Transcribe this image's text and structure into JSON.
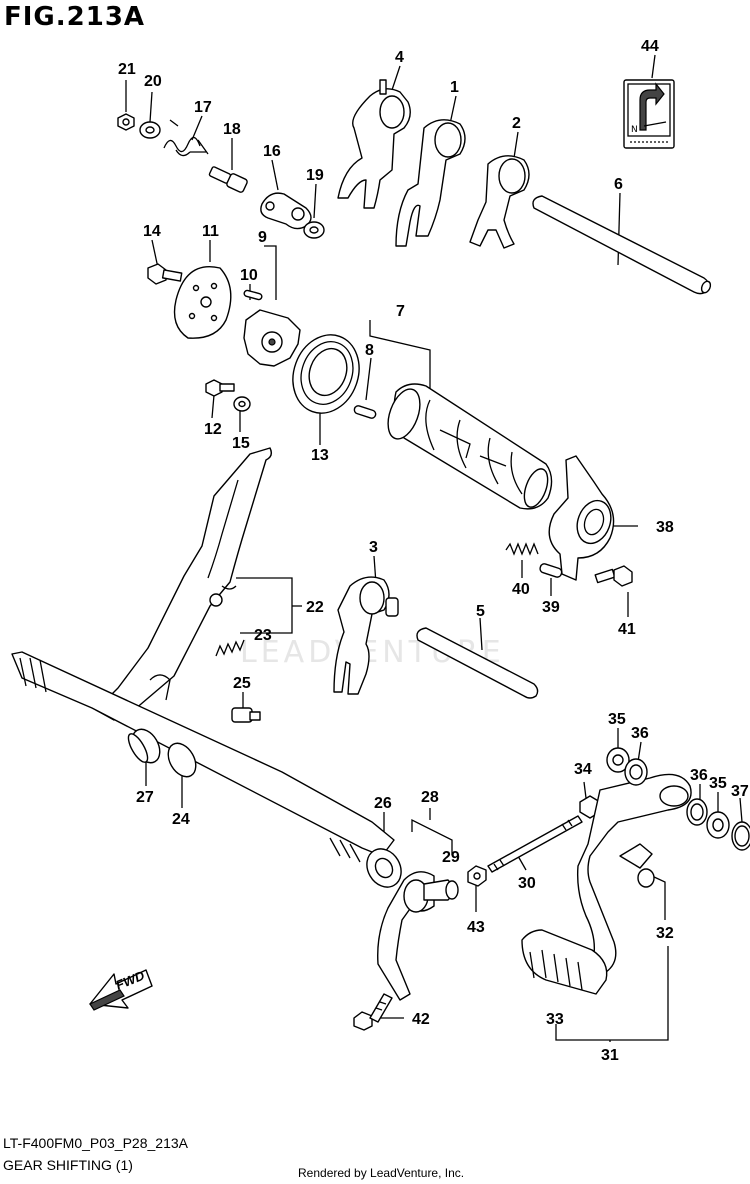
{
  "title": "FIG.213A",
  "diagram_code": "LT-F400FM0_P03_P28_213A",
  "caption": "GEAR SHIFTING (1)",
  "footer": "Rendered by LeadVenture, Inc.",
  "watermark": "LEADVENTURE",
  "fwd_label": "FWD",
  "label_44_mark": "N",
  "parts": [
    {
      "id": "p1",
      "num": "1"
    },
    {
      "id": "p2",
      "num": "2"
    },
    {
      "id": "p3",
      "num": "3"
    },
    {
      "id": "p4",
      "num": "4"
    },
    {
      "id": "p5",
      "num": "5"
    },
    {
      "id": "p6",
      "num": "6"
    },
    {
      "id": "p7",
      "num": "7"
    },
    {
      "id": "p8",
      "num": "8"
    },
    {
      "id": "p9",
      "num": "9"
    },
    {
      "id": "p10",
      "num": "10"
    },
    {
      "id": "p11",
      "num": "11"
    },
    {
      "id": "p12",
      "num": "12"
    },
    {
      "id": "p13",
      "num": "13"
    },
    {
      "id": "p14",
      "num": "14"
    },
    {
      "id": "p15",
      "num": "15"
    },
    {
      "id": "p16",
      "num": "16"
    },
    {
      "id": "p17",
      "num": "17"
    },
    {
      "id": "p18",
      "num": "18"
    },
    {
      "id": "p19",
      "num": "19"
    },
    {
      "id": "p20",
      "num": "20"
    },
    {
      "id": "p21",
      "num": "21"
    },
    {
      "id": "p22",
      "num": "22"
    },
    {
      "id": "p23",
      "num": "23"
    },
    {
      "id": "p24",
      "num": "24"
    },
    {
      "id": "p25",
      "num": "25"
    },
    {
      "id": "p26",
      "num": "26"
    },
    {
      "id": "p27",
      "num": "27"
    },
    {
      "id": "p28",
      "num": "28"
    },
    {
      "id": "p29",
      "num": "29"
    },
    {
      "id": "p30",
      "num": "30"
    },
    {
      "id": "p31",
      "num": "31"
    },
    {
      "id": "p32",
      "num": "32"
    },
    {
      "id": "p33",
      "num": "33"
    },
    {
      "id": "p34",
      "num": "34"
    },
    {
      "id": "p35a",
      "num": "35"
    },
    {
      "id": "p35b",
      "num": "35"
    },
    {
      "id": "p36a",
      "num": "36"
    },
    {
      "id": "p36b",
      "num": "36"
    },
    {
      "id": "p37",
      "num": "37"
    },
    {
      "id": "p38",
      "num": "38"
    },
    {
      "id": "p39",
      "num": "39"
    },
    {
      "id": "p40",
      "num": "40"
    },
    {
      "id": "p41",
      "num": "41"
    },
    {
      "id": "p42",
      "num": "42"
    },
    {
      "id": "p43",
      "num": "43"
    },
    {
      "id": "p44",
      "num": "44"
    }
  ]
}
